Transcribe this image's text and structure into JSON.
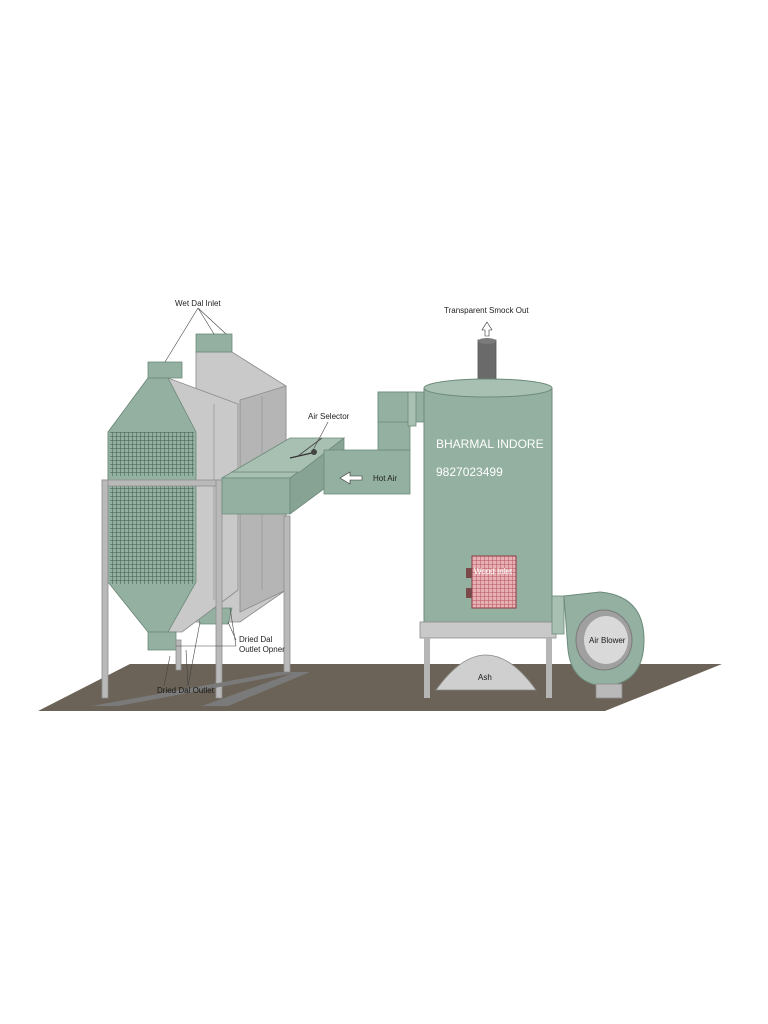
{
  "labels": {
    "wet_dal_inlet": "Wet Dal Inlet",
    "transparent_smoke_out": "Transparent Smock Out",
    "air_selector": "Air Selector",
    "brand": "BHARMAL INDORE",
    "phone": "9827023499",
    "hot_air": "Hot Air",
    "wood_inlet": "Wood Inlet",
    "air_blower": "Air Blower",
    "ash": "Ash",
    "dried_dal_outlet_opener_line1": "Dried Dal",
    "dried_dal_outlet_opener_line2": "Outlet Opner",
    "dried_dal_outlet": "Dried Dal Outlet"
  },
  "colors": {
    "machine_green": "#93b0a0",
    "machine_green_dark": "#7e9c8c",
    "steel_light": "#c9c9c9",
    "steel_mid": "#a8a8a8",
    "ground": "#6b6357",
    "mesh": "#3d5c4c",
    "brick": "#c8737a",
    "chimney": "#6a6a6a"
  }
}
